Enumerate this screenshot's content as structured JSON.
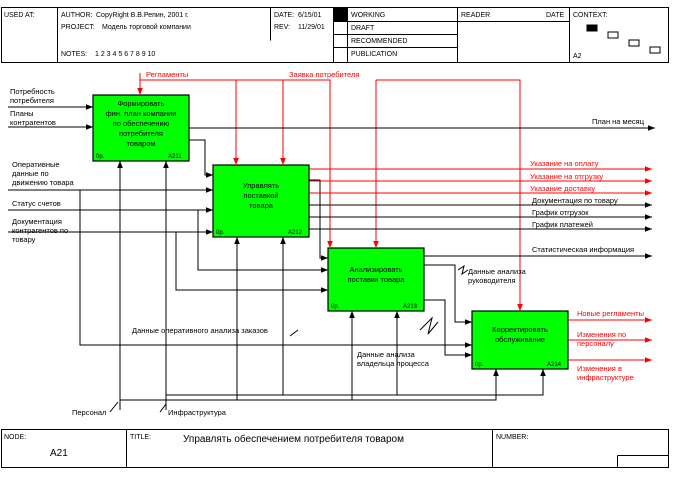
{
  "header": {
    "used_at_label": "USED AT:",
    "author_label": "AUTHOR:",
    "author_value": "CopyRight В.В.Репин, 2001 г.",
    "project_label": "PROJECT:",
    "project_value": "Модель торговой компании",
    "notes_label": "NOTES:",
    "notes_value": "1 2 3 4 5 6 7 8 9 10",
    "date_label": "DATE:",
    "date_value": "6/15/01",
    "rev_label": "REV:",
    "rev_value": "11/29/01",
    "status": [
      "WORKING",
      "DRAFT",
      "RECOMMENDED",
      "PUBLICATION"
    ],
    "reader_label": "READER",
    "date2_label": "DATE",
    "context_label": "CONTEXT:",
    "context_node": "A2"
  },
  "footer": {
    "node_label": "NODE:",
    "node_value": "A21",
    "title_label": "TITLE:",
    "title_value": "Управлять обеспечением потребителя товаром",
    "number_label": "NUMBER:"
  },
  "colors": {
    "box_fill": "#00ff00",
    "control_arrow": "#ff0000",
    "output_red": "#ff0000",
    "line": "#000000"
  },
  "boxes": [
    {
      "label": "Формировать фин. план компании по обеспечению потребителя товаром",
      "lines": [
        "Формировать",
        "фин. план компании",
        "по обеспечению",
        "потребителя",
        "товаром"
      ],
      "cost": "0р.",
      "node": "A211"
    },
    {
      "label": "Управлять поставкой товара",
      "lines": [
        "Управлять",
        "поставкой",
        "товара"
      ],
      "cost": "0р.",
      "node": "A212"
    },
    {
      "label": "Анализировать поставки товара",
      "lines": [
        "Анализировать",
        "поставки товара"
      ],
      "cost": "0р.",
      "node": "A213"
    },
    {
      "label": "Корректировать обслуживание",
      "lines": [
        "Корректировать",
        "обслуживание"
      ],
      "cost": "0р.",
      "node": "A214"
    }
  ],
  "controls": {
    "reglaments": "Регламенты",
    "request": "Заявка потребителя"
  },
  "inputs": {
    "need": [
      "Потребность",
      "потребителя"
    ],
    "partners": [
      "Планы",
      "контрагентов"
    ],
    "operative": [
      "Оперативные",
      "данные по",
      "движению товара"
    ],
    "bills": "Статус счетов",
    "docs": [
      "Документация",
      "контрагентов по",
      "товару"
    ]
  },
  "outputs": {
    "month_plan": "План на месяц",
    "pay": "Указание на оплату",
    "ship": "Указание на отгрузку",
    "delivery": "Указание доставку",
    "docs_goods": "Документация по товару",
    "ship_schedule": "График отгрузок",
    "pay_schedule": "График платежей",
    "stats": "Статистическая информация",
    "new_reg": "Новые регламенты",
    "staff_change": [
      "Изменения по",
      "персоналу"
    ],
    "infra_change": [
      "Изменения в",
      "инфраструктуре"
    ]
  },
  "internal": {
    "manager_data": [
      "Данные анализа",
      "руководителя"
    ],
    "owner_data": [
      "Данные анализа",
      "владельца процесса"
    ],
    "oper_orders": "Данные оперативного анализа заказов"
  },
  "mechanisms": {
    "staff": "Персонал",
    "infra": "Инфраструктура"
  }
}
